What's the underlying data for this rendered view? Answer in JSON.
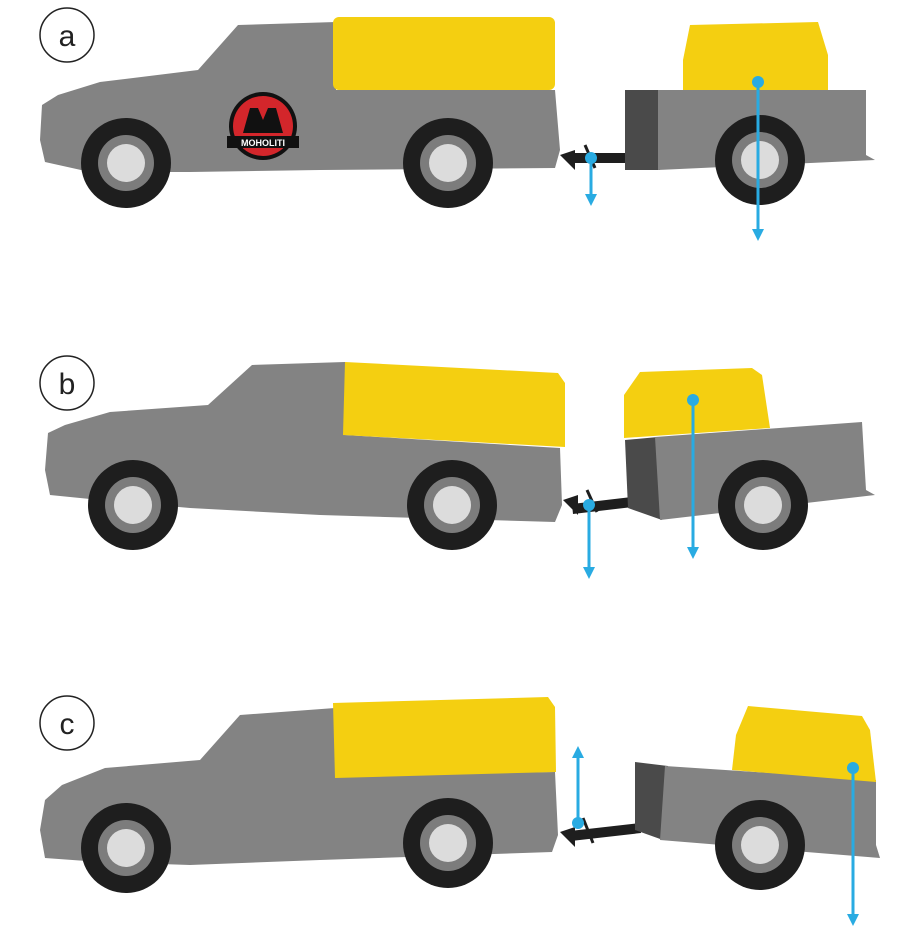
{
  "panels": [
    {
      "id": "a",
      "label": "a",
      "variant": "level"
    },
    {
      "id": "b",
      "label": "b",
      "variant": "nose-down"
    },
    {
      "id": "c",
      "label": "c",
      "variant": "nose-up"
    }
  ],
  "logo_text": "MOHOLITI",
  "colors": {
    "vehicle_gray": "#838383",
    "trailer_front_dark": "#4a4a4a",
    "cargo_yellow": "#f4cf11",
    "tire_black": "#1e1e1e",
    "rim_outer": "#7c7c7c",
    "rim_inner": "#dcdcdc",
    "force_arrow_blue": "#29abe2",
    "logo_red": "#d3262b",
    "logo_black": "#111111"
  },
  "icons": {
    "force_arrow": "force-arrow-icon",
    "hitch": "trailer-hitch-icon",
    "logo": "brand-logo-icon"
  }
}
